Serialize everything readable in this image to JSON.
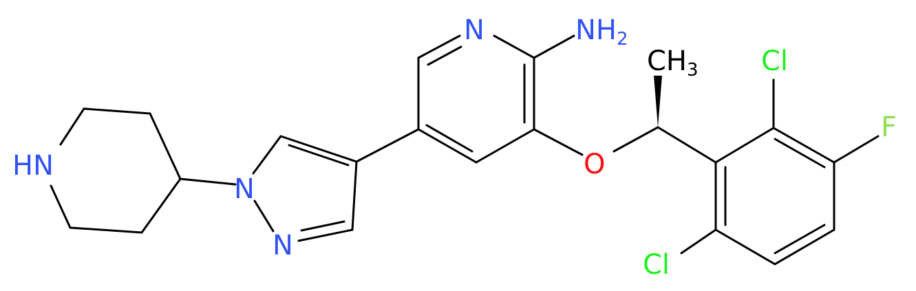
{
  "colors": {
    "background": "#ffffff",
    "bond": "#000000",
    "nitrogen": "#3050F8",
    "oxygen": "#FF0D0D",
    "fluorine": "#90E050",
    "chlorine": "#1FF01F",
    "carbon": "#000000"
  },
  "atoms": {
    "nh_piperidine": "HN",
    "n_pyrazole_1": "N",
    "n_pyrazole_2": "N",
    "n_pyridine": "N",
    "amine": "NH",
    "amine_sub": "2",
    "oxygen": "O",
    "methyl": "CH",
    "methyl_sub": "3",
    "cl_top": "Cl",
    "cl_bottom": "Cl",
    "fluorine": "F"
  }
}
